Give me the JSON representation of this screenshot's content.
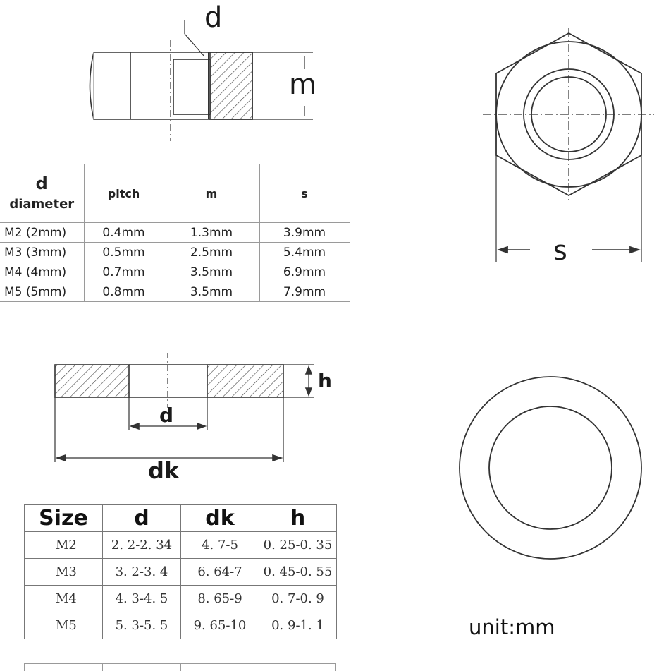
{
  "nut_side_view": {
    "label_d": "d",
    "label_m": "m"
  },
  "nut_top_view": {
    "label_s": "s"
  },
  "nut_table": {
    "header": {
      "d_top": "d",
      "d_bottom": "diameter",
      "pitch": "pitch",
      "m": "m",
      "s": "s"
    },
    "rows": [
      {
        "d": "M2 (2mm)",
        "pitch": "0.4mm",
        "m": "1.3mm",
        "s": "3.9mm"
      },
      {
        "d": "M3 (3mm)",
        "pitch": "0.5mm",
        "m": "2.5mm",
        "s": "5.4mm"
      },
      {
        "d": "M4 (4mm)",
        "pitch": "0.7mm",
        "m": "3.5mm",
        "s": "6.9mm"
      },
      {
        "d": "M5 (5mm)",
        "pitch": "0.8mm",
        "m": "3.5mm",
        "s": "7.9mm"
      }
    ]
  },
  "washer_side_view": {
    "label_h": "h",
    "label_d": "d",
    "label_dk": "dk"
  },
  "washer_table": {
    "header": {
      "size": "Size",
      "d": "d",
      "dk": "dk",
      "h": "h"
    },
    "rows": [
      {
        "size": "M2",
        "d": "2. 2-2. 34",
        "dk": "4. 7-5",
        "h": "0. 25-0. 35"
      },
      {
        "size": "M3",
        "d": "3. 2-3. 4",
        "dk": "6. 64-7",
        "h": "0. 45-0. 55"
      },
      {
        "size": "M4",
        "d": "4. 3-4. 5",
        "dk": "8. 65-9",
        "h": "0. 7-0. 9"
      },
      {
        "size": "M5",
        "d": "5. 3-5. 5",
        "dk": "9. 65-10",
        "h": "0. 9-1. 1"
      }
    ]
  },
  "unit_note": "unit:mm"
}
